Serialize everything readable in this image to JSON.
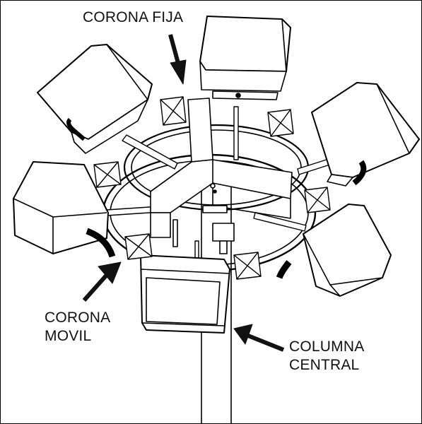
{
  "labels": {
    "fixed_crown": "CORONA FIJA",
    "moving_crown_line1": "CORONA",
    "moving_crown_line2": "MOVIL",
    "central_column_line1": "COLUMNA",
    "central_column_line2": "CENTRAL"
  },
  "colors": {
    "stroke": "#000000",
    "fill": "#ffffff",
    "arrow": "#111111"
  }
}
